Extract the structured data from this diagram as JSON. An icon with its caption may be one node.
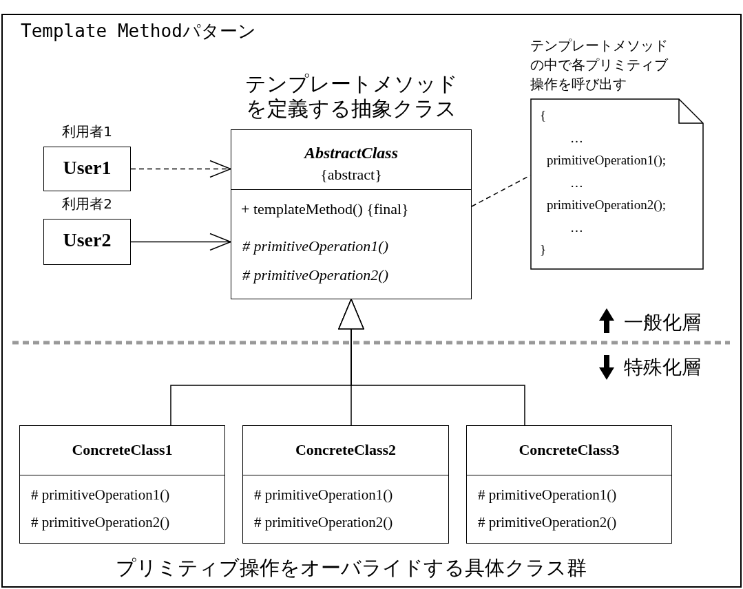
{
  "diagram": {
    "title": "Template Methodパターン",
    "nodes": [
      {
        "text": [
          "AbstractClass",
          "{abstract}",
          "+ templateMethod() {final}",
          "# primitiveOperation1()",
          "# primitiveOperation2()"
        ],
        "beside": [
          "テンプレートメソッドを定義する抽象クラス"
        ]
      },
      {
        "text": [
          "User1"
        ],
        "beside": [
          "利用者1"
        ]
      },
      {
        "text": [
          "User2"
        ],
        "beside": [
          "利用者2"
        ]
      },
      {
        "text": [
          "{",
          "…",
          "primitiveOperation1();",
          "…",
          "primitiveOperation2();",
          "…",
          "}"
        ],
        "beside": [
          "テンプレートメソッドの中で各プリミティブ操作を呼び出す"
        ]
      },
      {
        "text": [
          "ConcreteClass1",
          "# primitiveOperation1()",
          "# primitiveOperation2()"
        ]
      },
      {
        "text": [
          "ConcreteClass2",
          "# primitiveOperation1()",
          "# primitiveOperation2()"
        ]
      },
      {
        "text": [
          "ConcreteClass3",
          "# primitiveOperation1()",
          "# primitiveOperation2()"
        ]
      }
    ],
    "edges": [
      {
        "from": 1,
        "to": 0,
        "arrow": "to",
        "style": "dashed"
      },
      {
        "from": 2,
        "to": 0,
        "arrow": "to"
      },
      {
        "from": 0,
        "to": 3,
        "arrow": "none",
        "style": "dashed"
      },
      {
        "from": 4,
        "to": 0,
        "arrow": "to"
      },
      {
        "from": 5,
        "to": 0,
        "arrow": "to"
      },
      {
        "from": 6,
        "to": 0,
        "arrow": "to"
      }
    ],
    "labels": [
      "一般化層",
      "特殊化層",
      "プリミティブ操作をオーバライドする具体クラス群"
    ]
  }
}
